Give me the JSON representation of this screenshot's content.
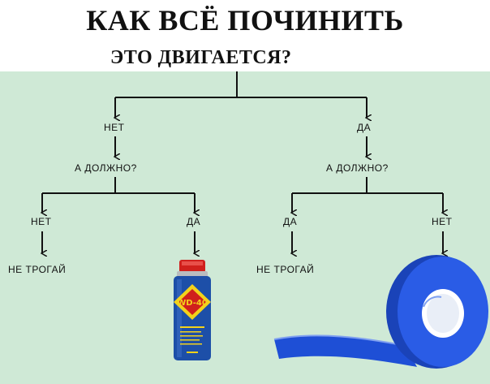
{
  "title": "КАК ВСЁ ПОЧИНИТЬ",
  "question": "ЭТО ДВИГАЕТСЯ?",
  "left": {
    "branch": "НЕТ",
    "sub_question": "А ДОЛЖНО?",
    "no": "НЕТ",
    "yes": "ДА",
    "result_no": "НЕ ТРОГАЙ",
    "result_yes_icon": "wd40-can",
    "can_brand": "WD-40"
  },
  "right": {
    "branch": "ДА",
    "sub_question": "А ДОЛЖНО?",
    "yes": "ДА",
    "no": "НЕТ",
    "result_yes": "НЕ ТРОГАЙ",
    "result_no_icon": "blue-tape-roll"
  },
  "colors": {
    "background": "#cfe9d6",
    "tape": "#1e4fd6",
    "can_blue": "#1d4fa8",
    "can_red": "#d0201c",
    "can_yellow": "#f3d21b"
  }
}
